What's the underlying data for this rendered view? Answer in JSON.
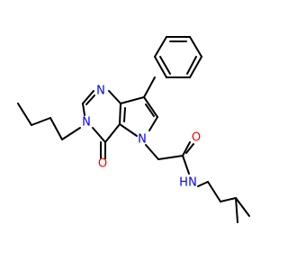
{
  "structure": {
    "atoms": [
      {
        "id": "N1",
        "symbol": "N",
        "color": "#0000ff"
      },
      {
        "id": "N3",
        "symbol": "N",
        "color": "#0000ff"
      },
      {
        "id": "N5",
        "symbol": "N",
        "color": "#0000ff"
      },
      {
        "id": "O4",
        "symbol": "O",
        "color": "#ff0000"
      },
      {
        "id": "O_amide",
        "symbol": "O",
        "color": "#ff0000"
      },
      {
        "id": "NH_amide",
        "symbol": "N",
        "color": "#0000ff"
      },
      {
        "id": "H_amide",
        "symbol": "H",
        "color": "#0000ff"
      }
    ],
    "bond_color": "#000000"
  }
}
